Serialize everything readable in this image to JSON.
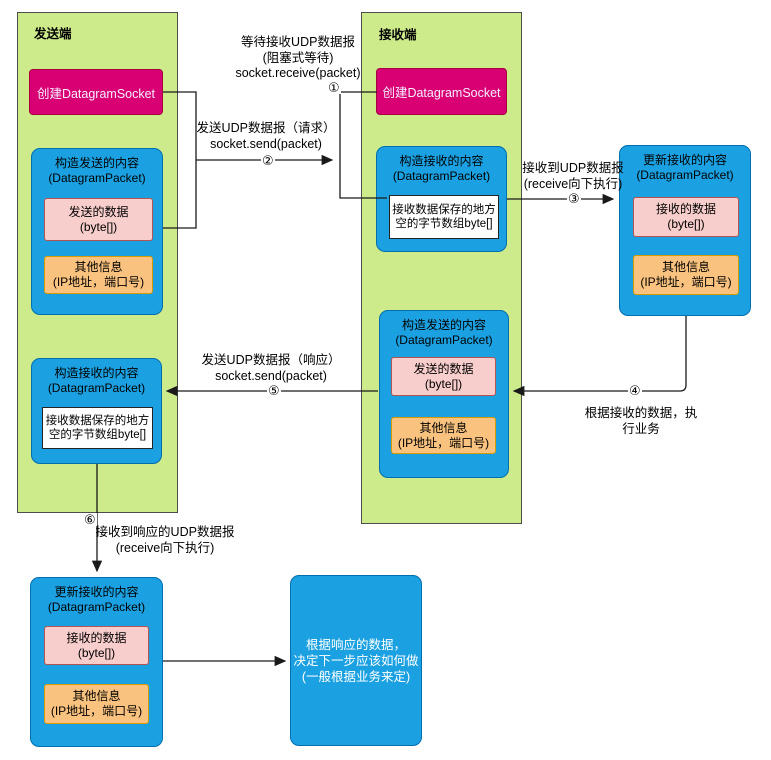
{
  "nodes": {
    "sender_panel": {
      "title": "发送端"
    },
    "receiver_panel": {
      "title": "接收端"
    },
    "sender_create": {
      "label": "创建DatagramSocket"
    },
    "receiver_create": {
      "label": "创建DatagramSocket"
    },
    "sender_send": {
      "title": "构造发送的内容",
      "subtitle": "(DatagramPacket)"
    },
    "sender_send_data": {
      "line1": "发送的数据",
      "line2": "(byte[])"
    },
    "sender_send_info": {
      "line1": "其他信息",
      "line2": "(IP地址，端口号)"
    },
    "sender_recv": {
      "title": "构造接收的内容",
      "subtitle": "(DatagramPacket)"
    },
    "sender_recv_buffer": {
      "line1": "接收数据保存的地方",
      "line2": "空的字节数组byte[]"
    },
    "receiver_recv": {
      "title": "构造接收的内容",
      "subtitle": "(DatagramPacket)"
    },
    "receiver_recv_buffer": {
      "line1": "接收数据保存的地方",
      "line2": "空的字节数组byte[]"
    },
    "receiver_send": {
      "title": "构造发送的内容",
      "subtitle": "(DatagramPacket)"
    },
    "receiver_send_data": {
      "line1": "发送的数据",
      "line2": "(byte[])"
    },
    "receiver_send_info": {
      "line1": "其他信息",
      "line2": "(IP地址，端口号)"
    },
    "receiver_update": {
      "title": "更新接收的内容",
      "subtitle": "(DatagramPacket)"
    },
    "receiver_update_data": {
      "line1": "接收的数据",
      "line2": "(byte[])"
    },
    "receiver_update_info": {
      "line1": "其他信息",
      "line2": "(IP地址，端口号)"
    },
    "sender_update": {
      "title": "更新接收的内容",
      "subtitle": "(DatagramPacket)"
    },
    "sender_update_data": {
      "line1": "接收的数据",
      "line2": "(byte[])"
    },
    "sender_update_info": {
      "line1": "其他信息",
      "line2": "(IP地址，端口号)"
    },
    "decision": {
      "line1": "根据响应的数据，",
      "line2": "决定下一步应该如何做",
      "line3": "(一般根据业务来定)"
    }
  },
  "edges": {
    "wait_receive": {
      "num": "①",
      "line1": "等待接收UDP数据报",
      "line2": "(阻塞式等待)",
      "line3": "socket.receive(packet)"
    },
    "send_request": {
      "num": "②",
      "line1": "发送UDP数据报（请求）",
      "line2": "socket.send(packet)"
    },
    "received": {
      "num": "③",
      "line1": "接收到UDP数据报",
      "line2": "(receive向下执行)"
    },
    "process": {
      "num": "④",
      "line1": "根据接收的数据，执",
      "line2": "行业务"
    },
    "send_response": {
      "num": "⑤",
      "line1": "发送UDP数据报（响应）",
      "line2": "socket.send(packet)"
    },
    "response_received": {
      "num": "⑥",
      "line1": "接收到响应的UDP数据报",
      "line2": "(receive向下执行)"
    }
  },
  "colors": {
    "panel_green": "#cdeb8b",
    "socket_magenta": "#d80073",
    "packet_blue": "#1ba1e2",
    "data_pink": "#f8cecc",
    "info_orange": "#f9c27e",
    "line_black": "#1a1a1a"
  }
}
